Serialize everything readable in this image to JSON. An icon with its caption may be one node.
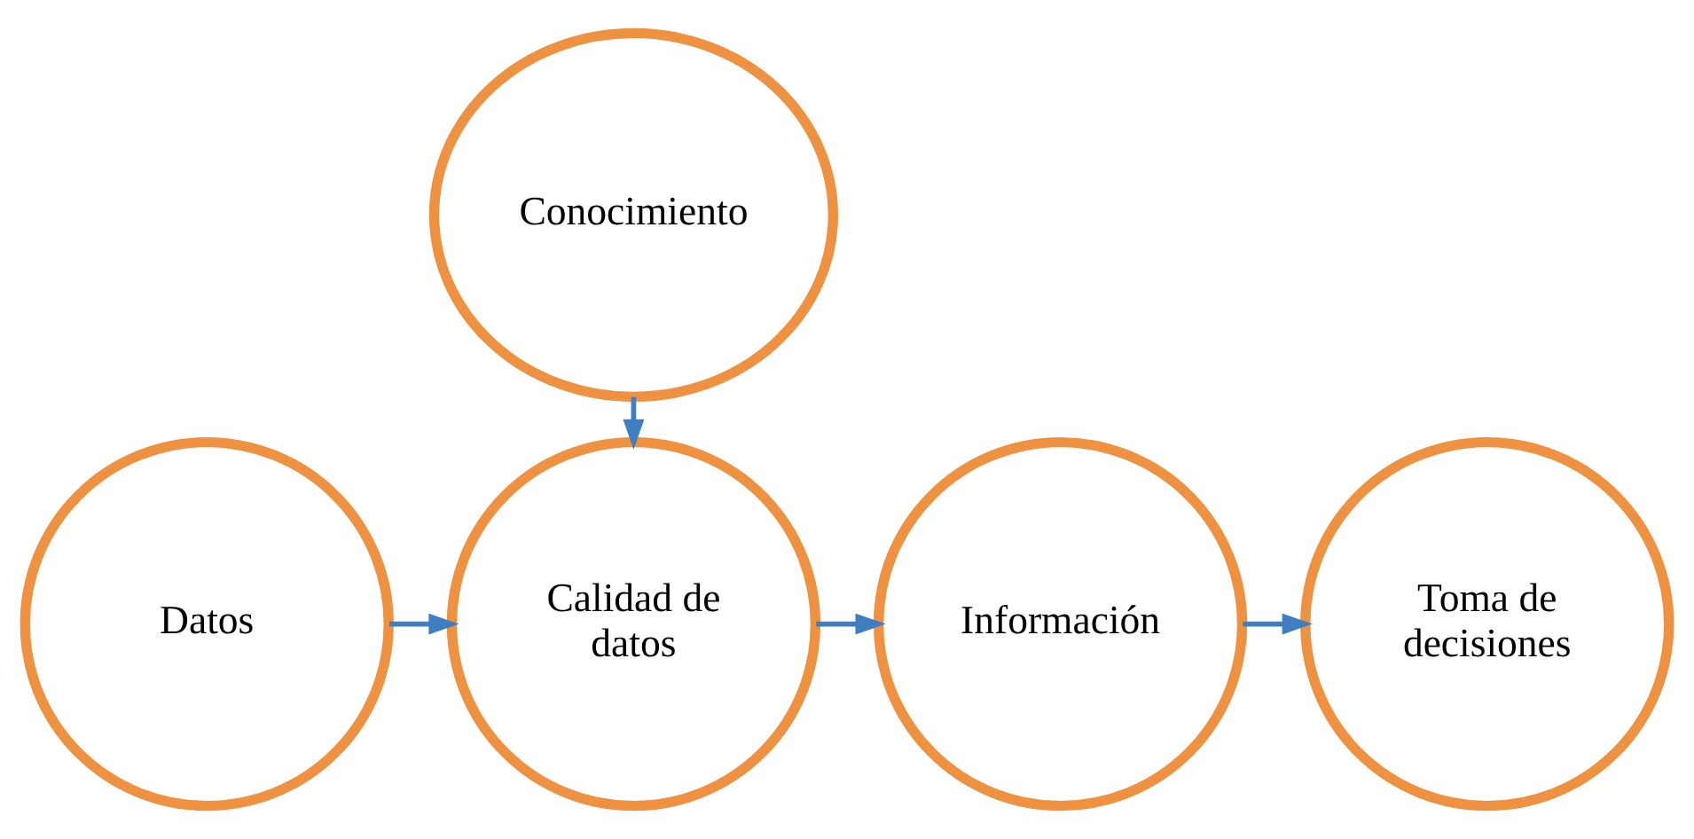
{
  "diagram": {
    "nodes": [
      {
        "text": [
          "Conocimiento"
        ]
      },
      {
        "text": [
          "Datos"
        ]
      },
      {
        "text": [
          "Calidad de datos"
        ]
      },
      {
        "text": [
          "Información"
        ]
      },
      {
        "text": [
          "Toma de decisiones"
        ]
      }
    ],
    "edges": [
      {
        "from": 0,
        "to": 2,
        "arrow": "to"
      },
      {
        "from": 1,
        "to": 2,
        "arrow": "to"
      },
      {
        "from": 2,
        "to": 3,
        "arrow": "to"
      },
      {
        "from": 3,
        "to": 4,
        "arrow": "to"
      }
    ]
  }
}
